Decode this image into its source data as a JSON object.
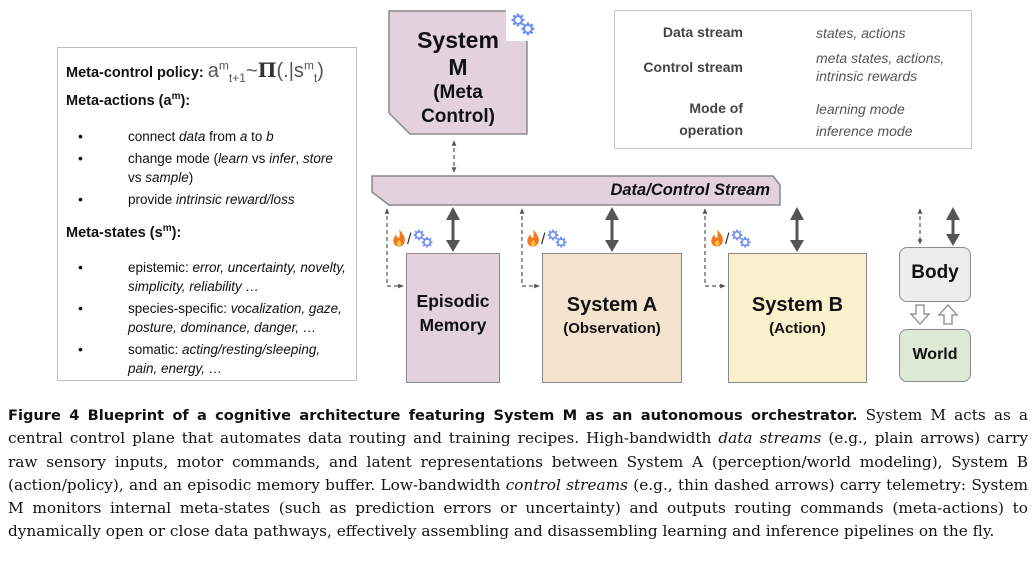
{
  "policy_panel": {
    "policy_title": "Meta-control policy:",
    "formula": {
      "a": "a",
      "a_sup": "m",
      "a_sub": "t+1",
      "tilde": "~",
      "pi": "Π",
      "open": "(.|s",
      "s_sup": "m",
      "s_sub": "t",
      "close": ")"
    },
    "actions_title": "Meta-actions (a",
    "actions_title_sup": "m",
    "actions_title_end": "):",
    "actions": [
      {
        "pre": "connect ",
        "it1": "data",
        "mid1": " from ",
        "it2": "a",
        "mid2": " to ",
        "it3": "b",
        "post": ""
      },
      {
        "pre": "change mode (",
        "it1": "learn",
        "mid1": " vs ",
        "it2": "infer",
        "mid2": ",  ",
        "it3": "store",
        "post": " vs ",
        "it4": "sample",
        "post2": ")"
      },
      {
        "pre": "provide ",
        "it1": "intrinsic reward/loss"
      }
    ],
    "states_title": "Meta-states (s",
    "states_title_sup": "m",
    "states_title_end": "):",
    "states": [
      {
        "label": "epistemic: ",
        "items": "error, uncertainty, novelty, simplicity, reliability …"
      },
      {
        "label": "species-specific: ",
        "items": "vocalization, gaze, posture, dominance, danger, …"
      },
      {
        "label": "somatic: ",
        "items": "acting/resting/sleeping, pain, energy, …"
      }
    ]
  },
  "system_m": {
    "line1": "System",
    "line2": "M",
    "line3": "(Meta",
    "line4": "Control)",
    "mode_icon": "gears-icon"
  },
  "legend": {
    "data_stream_label": "Data stream",
    "data_stream_desc": "states, actions",
    "control_stream_label": "Control stream",
    "control_stream_desc_1": "meta states, actions,",
    "control_stream_desc_2": "intrinsic rewards",
    "mode_label_1": "Mode of",
    "mode_label_2": "operation",
    "learning_desc": "learning mode",
    "inference_desc": "inference mode"
  },
  "stream_bar": {
    "label": "Data/Control Stream"
  },
  "modules": {
    "episodic": {
      "line1": "Episodic",
      "line2": "Memory",
      "color": "#e3d2dc"
    },
    "system_a": {
      "line1": "System A",
      "line2": "(Observation)",
      "color": "#f4e3cf"
    },
    "system_b": {
      "line1": "System B",
      "line2": "(Action)",
      "color": "#fbf0cc"
    },
    "body": {
      "label": "Body",
      "color": "#ededed"
    },
    "world": {
      "label": "World",
      "color": "#dde8d5"
    },
    "mode_separator": "/"
  },
  "colors": {
    "system_m": "#e3d2dc",
    "stream_bar": "#e3d2dc",
    "gear_blue": "#6e8ef0",
    "flame_orange": "#f07b1e",
    "arrow_dark": "#555555"
  },
  "caption": {
    "head": "Figure 4  Blueprint of a cognitive architecture featuring System M as an autonomous orchestrator.",
    "t1": " System M acts as a central control plane that automates data routing and training recipes. High-bandwidth ",
    "i1": "data streams",
    "t2": " (e.g., plain arrows) carry raw sensory inputs, motor commands, and latent representations between System A (perception/world modeling), System B (action/policy), and an episodic memory buffer. Low-bandwidth ",
    "i2": "control streams",
    "t3": " (e.g., thin dashed arrows) carry telemetry: System M monitors internal meta-states (such as prediction errors or uncertainty) and outputs routing commands (meta-actions) to dynamically open or close data pathways, effectively assembling and disassembling learning and inference pipelines on the fly."
  }
}
